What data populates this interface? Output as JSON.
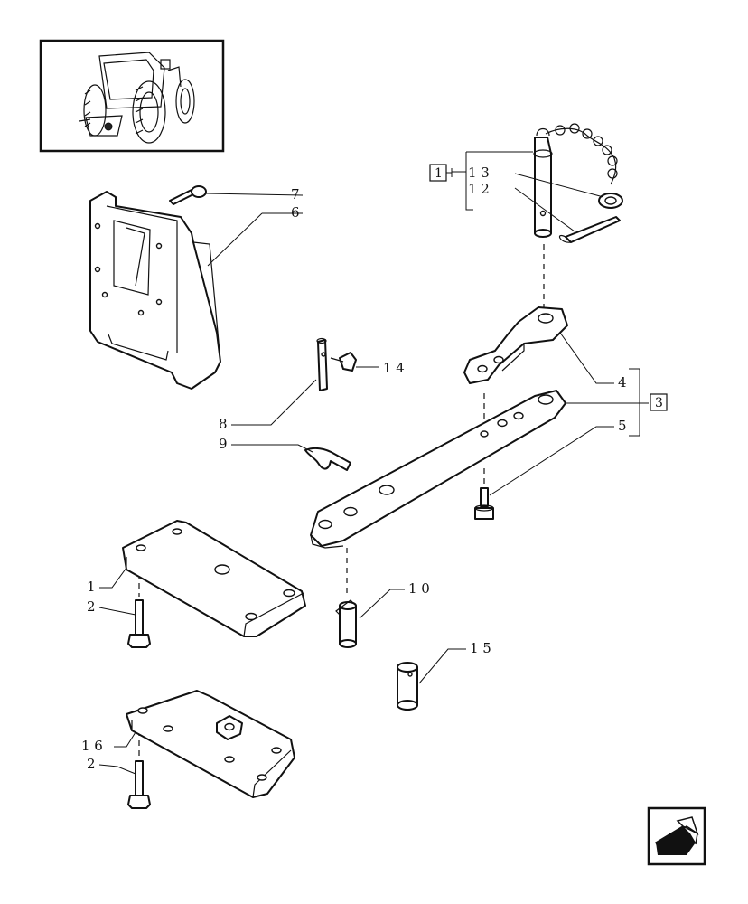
{
  "diagram": {
    "callouts": {
      "c1": "1",
      "c2a": "2",
      "c2b": "2",
      "c4": "4",
      "c5": "5",
      "c6": "6",
      "c7": "7",
      "c8": "8",
      "c9": "9",
      "c10": "1 0",
      "c12": "1 2",
      "c13": "1 3",
      "c14": "1 4",
      "c15": "1 5",
      "c16": "1 6"
    },
    "group_boxes": {
      "g1": "1",
      "g3": "3"
    },
    "thumbnail_icon": "tractor-rear-icon",
    "nav_icon": "back-arrow-icon"
  }
}
